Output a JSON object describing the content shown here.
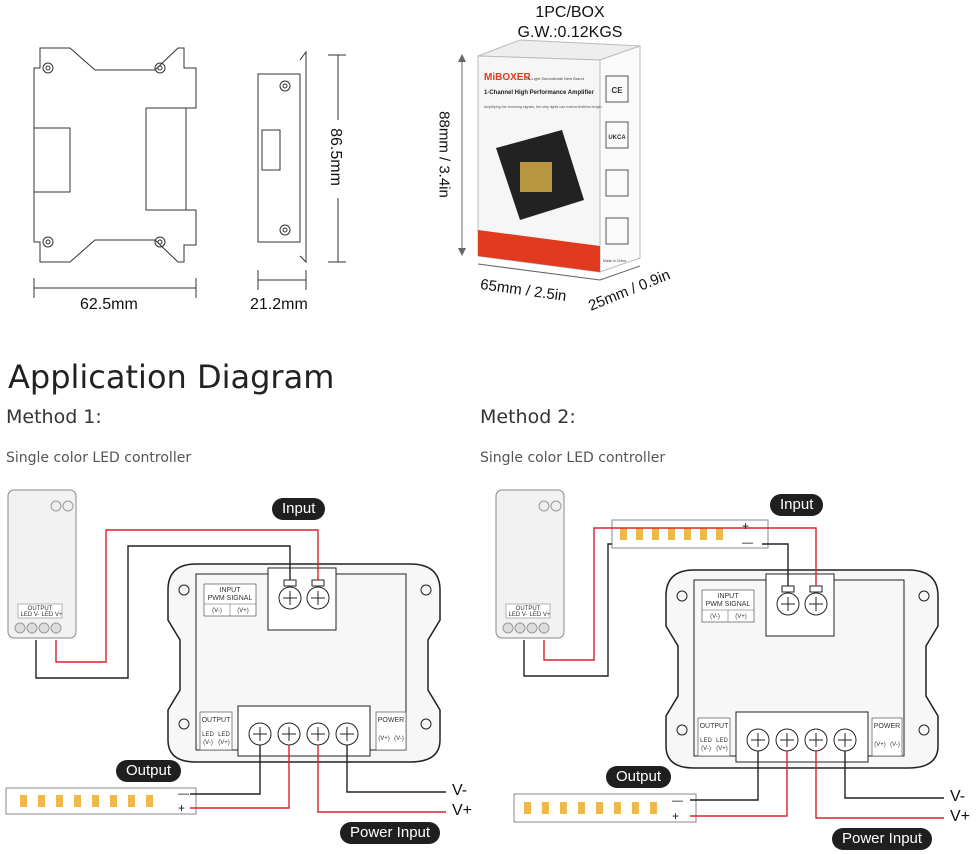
{
  "package": {
    "qty": "1PC/BOX",
    "gw": "G.W.:0.12KGS",
    "height_label": "88mm / 3.4in",
    "width_label": "65mm / 2.5in",
    "depth_label": "25mm / 0.9in",
    "brand": "MiBOXER",
    "brand_sub": "Mi-Light Subordinate New Brand",
    "product": "1-Channel High Performance Amplifier",
    "desc": "Amplifying the receiving signals, the strip lights can extend limitless length",
    "cert_ce": "CE",
    "cert_ukca": "UKCA",
    "made_in": "Made in China"
  },
  "drawing": {
    "width": "62.5mm",
    "depth": "21.2mm",
    "height": "86.5mm"
  },
  "section": {
    "title": "Application Diagram"
  },
  "methods": [
    {
      "title": "Method 1:",
      "subtitle": "Single color LED controller",
      "input_label": "Input",
      "output_label": "Output",
      "power_label": "Power Input",
      "v_minus": "V-",
      "v_plus": "V+"
    },
    {
      "title": "Method 2:",
      "subtitle": "Single color LED controller",
      "input_label": "Input",
      "output_label": "Output",
      "power_label": "Power Input",
      "v_minus": "V-",
      "v_plus": "V+"
    }
  ],
  "amp": {
    "input_title": "INPUT",
    "pwm": "PWM SIGNAL",
    "vminus": "(V-)",
    "vplus": "(V+)",
    "output_title": "OUTPUT",
    "led": "LED",
    "power_title": "POWER"
  },
  "controller": {
    "output_title": "OUTPUT",
    "led_minus": "LED V-",
    "led_plus": "LED V+"
  },
  "strip": {
    "minus": "—",
    "plus": "+"
  }
}
